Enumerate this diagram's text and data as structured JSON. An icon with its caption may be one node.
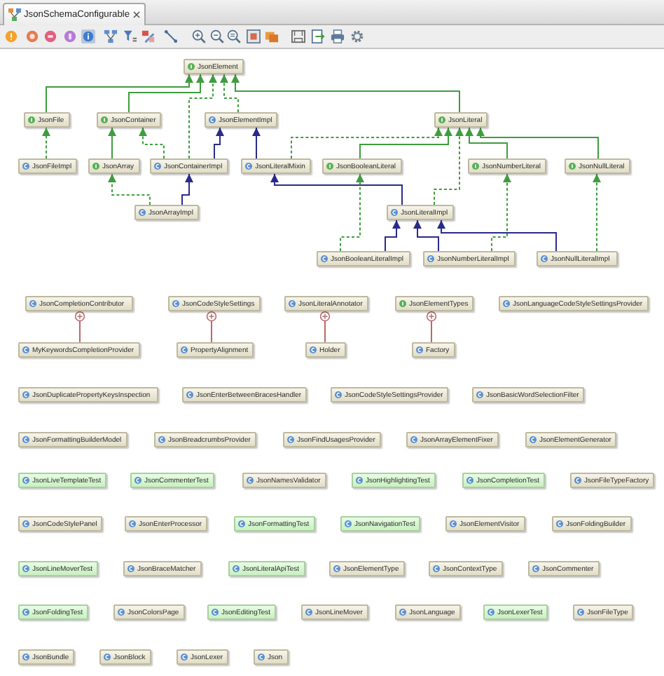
{
  "diagram": {
    "nodes": [
      {
        "text": [
          "JsonElement"
        ]
      },
      {
        "text": [
          "JsonFile"
        ]
      },
      {
        "text": [
          "JsonContainer"
        ]
      },
      {
        "text": [
          "JsonElementImpl"
        ]
      },
      {
        "text": [
          "JsonLiteral"
        ]
      },
      {
        "text": [
          "JsonFileImpl"
        ]
      },
      {
        "text": [
          "JsonArray"
        ]
      },
      {
        "text": [
          "JsonContainerImpl"
        ]
      },
      {
        "text": [
          "JsonLiteralMixin"
        ]
      },
      {
        "text": [
          "JsonBooleanLiteral"
        ]
      },
      {
        "text": [
          "JsonNumberLiteral"
        ]
      },
      {
        "text": [
          "JsonNullLiteral"
        ]
      },
      {
        "text": [
          "JsonArrayImpl"
        ]
      },
      {
        "text": [
          "JsonLiteralImpl"
        ]
      },
      {
        "text": [
          "JsonBooleanLiteralImpl"
        ]
      },
      {
        "text": [
          "JsonNumberLiteralImpl"
        ]
      },
      {
        "text": [
          "JsonNullLiteralImpl"
        ]
      },
      {
        "text": [
          "JsonCompletionContributor"
        ]
      },
      {
        "text": [
          "JsonCodeStyleSettings"
        ]
      },
      {
        "text": [
          "JsonLiteralAnnotator"
        ]
      },
      {
        "text": [
          "JsonElementTypes"
        ]
      },
      {
        "text": [
          "JsonLanguageCodeStyleSettingsProvider"
        ]
      },
      {
        "text": [
          "MyKeywordsCompletionProvider"
        ]
      },
      {
        "text": [
          "PropertyAlignment"
        ]
      },
      {
        "text": [
          "Holder"
        ]
      },
      {
        "text": [
          "Factory"
        ]
      },
      {
        "text": [
          "JsonDuplicatePropertyKeysInspection"
        ]
      },
      {
        "text": [
          "JsonEnterBetweenBracesHandler"
        ]
      },
      {
        "text": [
          "JsonCodeStyleSettingsProvider"
        ]
      },
      {
        "text": [
          "JsonBasicWordSelectionFilter"
        ]
      },
      {
        "text": [
          "JsonFormattingBuilderModel"
        ]
      },
      {
        "text": [
          "JsonBreadcrumbsProvider"
        ]
      },
      {
        "text": [
          "JsonFindUsagesProvider"
        ]
      },
      {
        "text": [
          "JsonArrayElementFixer"
        ]
      },
      {
        "text": [
          "JsonElementGenerator"
        ]
      },
      {
        "text": [
          "JsonLiveTemplateTest"
        ]
      },
      {
        "text": [
          "JsonCommenterTest"
        ]
      },
      {
        "text": [
          "JsonNamesValidator"
        ]
      },
      {
        "text": [
          "JsonHighlightingTest"
        ]
      },
      {
        "text": [
          "JsonCompletionTest"
        ]
      },
      {
        "text": [
          "JsonFileTypeFactory"
        ]
      },
      {
        "text": [
          "JsonCodeStylePanel"
        ]
      },
      {
        "text": [
          "JsonEnterProcessor"
        ]
      },
      {
        "text": [
          "JsonFormattingTest"
        ]
      },
      {
        "text": [
          "JsonNavigationTest"
        ]
      },
      {
        "text": [
          "JsonElementVisitor"
        ]
      },
      {
        "text": [
          "JsonFoldingBuilder"
        ]
      },
      {
        "text": [
          "JsonLineMoverTest"
        ]
      },
      {
        "text": [
          "JsonBraceMatcher"
        ]
      },
      {
        "text": [
          "JsonLiteralApiTest"
        ]
      },
      {
        "text": [
          "JsonElementType"
        ]
      },
      {
        "text": [
          "JsonContextType"
        ]
      },
      {
        "text": [
          "JsonCommenter"
        ]
      },
      {
        "text": [
          "JsonFoldingTest"
        ]
      },
      {
        "text": [
          "JsonColorsPage"
        ]
      },
      {
        "text": [
          "JsonEditingTest"
        ]
      },
      {
        "text": [
          "JsonLineMover"
        ]
      },
      {
        "text": [
          "JsonLanguage"
        ]
      },
      {
        "text": [
          "JsonLexerTest"
        ]
      },
      {
        "text": [
          "JsonFileType"
        ]
      },
      {
        "text": [
          "JsonBundle"
        ]
      },
      {
        "text": [
          "JsonBlock"
        ]
      },
      {
        "text": [
          "JsonLexer"
        ]
      },
      {
        "text": [
          "Json"
        ]
      }
    ],
    "edges": [
      {
        "from": 1,
        "to": 0,
        "arrow": "to"
      },
      {
        "from": 2,
        "to": 0,
        "arrow": "to"
      },
      {
        "from": 7,
        "to": 0,
        "arrow": "to",
        "style": "dashed"
      },
      {
        "from": 3,
        "to": 0,
        "arrow": "to",
        "style": "dashed"
      },
      {
        "from": 4,
        "to": 0,
        "arrow": "to"
      },
      {
        "from": 5,
        "to": 1,
        "arrow": "to",
        "style": "dashed"
      },
      {
        "from": 6,
        "to": 2,
        "arrow": "to"
      },
      {
        "from": 7,
        "to": 2,
        "arrow": "to",
        "style": "dashed"
      },
      {
        "from": 7,
        "to": 3,
        "arrow": "to",
        "color": "#2a2a8c"
      },
      {
        "from": 8,
        "to": 3,
        "arrow": "to",
        "color": "#2a2a8c"
      },
      {
        "from": 8,
        "to": 4,
        "arrow": "to",
        "style": "dashed"
      },
      {
        "from": 9,
        "to": 4,
        "arrow": "to"
      },
      {
        "from": 13,
        "to": 4,
        "arrow": "to",
        "style": "dashed"
      },
      {
        "from": 10,
        "to": 4,
        "arrow": "to"
      },
      {
        "from": 11,
        "to": 4,
        "arrow": "to"
      },
      {
        "from": 12,
        "to": 6,
        "arrow": "to",
        "style": "dashed"
      },
      {
        "from": 12,
        "to": 7,
        "arrow": "to",
        "color": "#2a2a8c"
      },
      {
        "from": 13,
        "to": 8,
        "arrow": "to",
        "color": "#2a2a8c"
      },
      {
        "from": 14,
        "to": 9,
        "arrow": "to",
        "style": "dashed"
      },
      {
        "from": 14,
        "to": 13,
        "arrow": "to",
        "color": "#2a2a8c"
      },
      {
        "from": 15,
        "to": 13,
        "arrow": "to",
        "color": "#2a2a8c"
      },
      {
        "from": 15,
        "to": 10,
        "arrow": "to",
        "style": "dashed"
      },
      {
        "from": 16,
        "to": 13,
        "arrow": "to",
        "color": "#2a2a8c"
      },
      {
        "from": 16,
        "to": 11,
        "arrow": "to",
        "style": "dashed"
      },
      {
        "from": 22,
        "to": 17,
        "arrow": "other",
        "color": "#b86a6a"
      },
      {
        "from": 23,
        "to": 18,
        "arrow": "other",
        "color": "#b86a6a"
      },
      {
        "from": 24,
        "to": 19,
        "arrow": "other",
        "color": "#b86a6a"
      },
      {
        "from": 25,
        "to": 20,
        "arrow": "other",
        "color": "#b86a6a"
      }
    ],
    "labels": [
      "JsonSchemaConfigurable"
    ]
  }
}
